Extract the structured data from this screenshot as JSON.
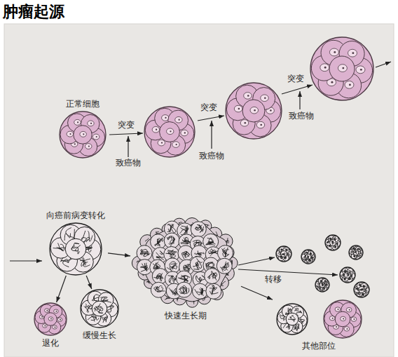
{
  "diagram": {
    "title": "肿瘤起源",
    "nodes": [
      {
        "text": [
          "正常细胞"
        ]
      },
      {
        "text": [
          "向癌前病变转化"
        ]
      },
      {
        "text": [
          "退化"
        ]
      },
      {
        "text": [
          "缓慢生长"
        ]
      },
      {
        "text": [
          "快速生长期"
        ]
      },
      {
        "text": [
          "其他部位"
        ]
      }
    ],
    "edges": [
      {
        "from": 1,
        "to": 2,
        "arrow": "to"
      },
      {
        "from": 1,
        "to": 3,
        "arrow": "to"
      },
      {
        "from": 1,
        "to": 4,
        "arrow": "to"
      },
      {
        "from": 4,
        "to": 5,
        "arrow": "to"
      }
    ],
    "labels": [
      "突变",
      "致癌物",
      "突变",
      "致癌物",
      "突变",
      "致癌物",
      "转移"
    ]
  }
}
